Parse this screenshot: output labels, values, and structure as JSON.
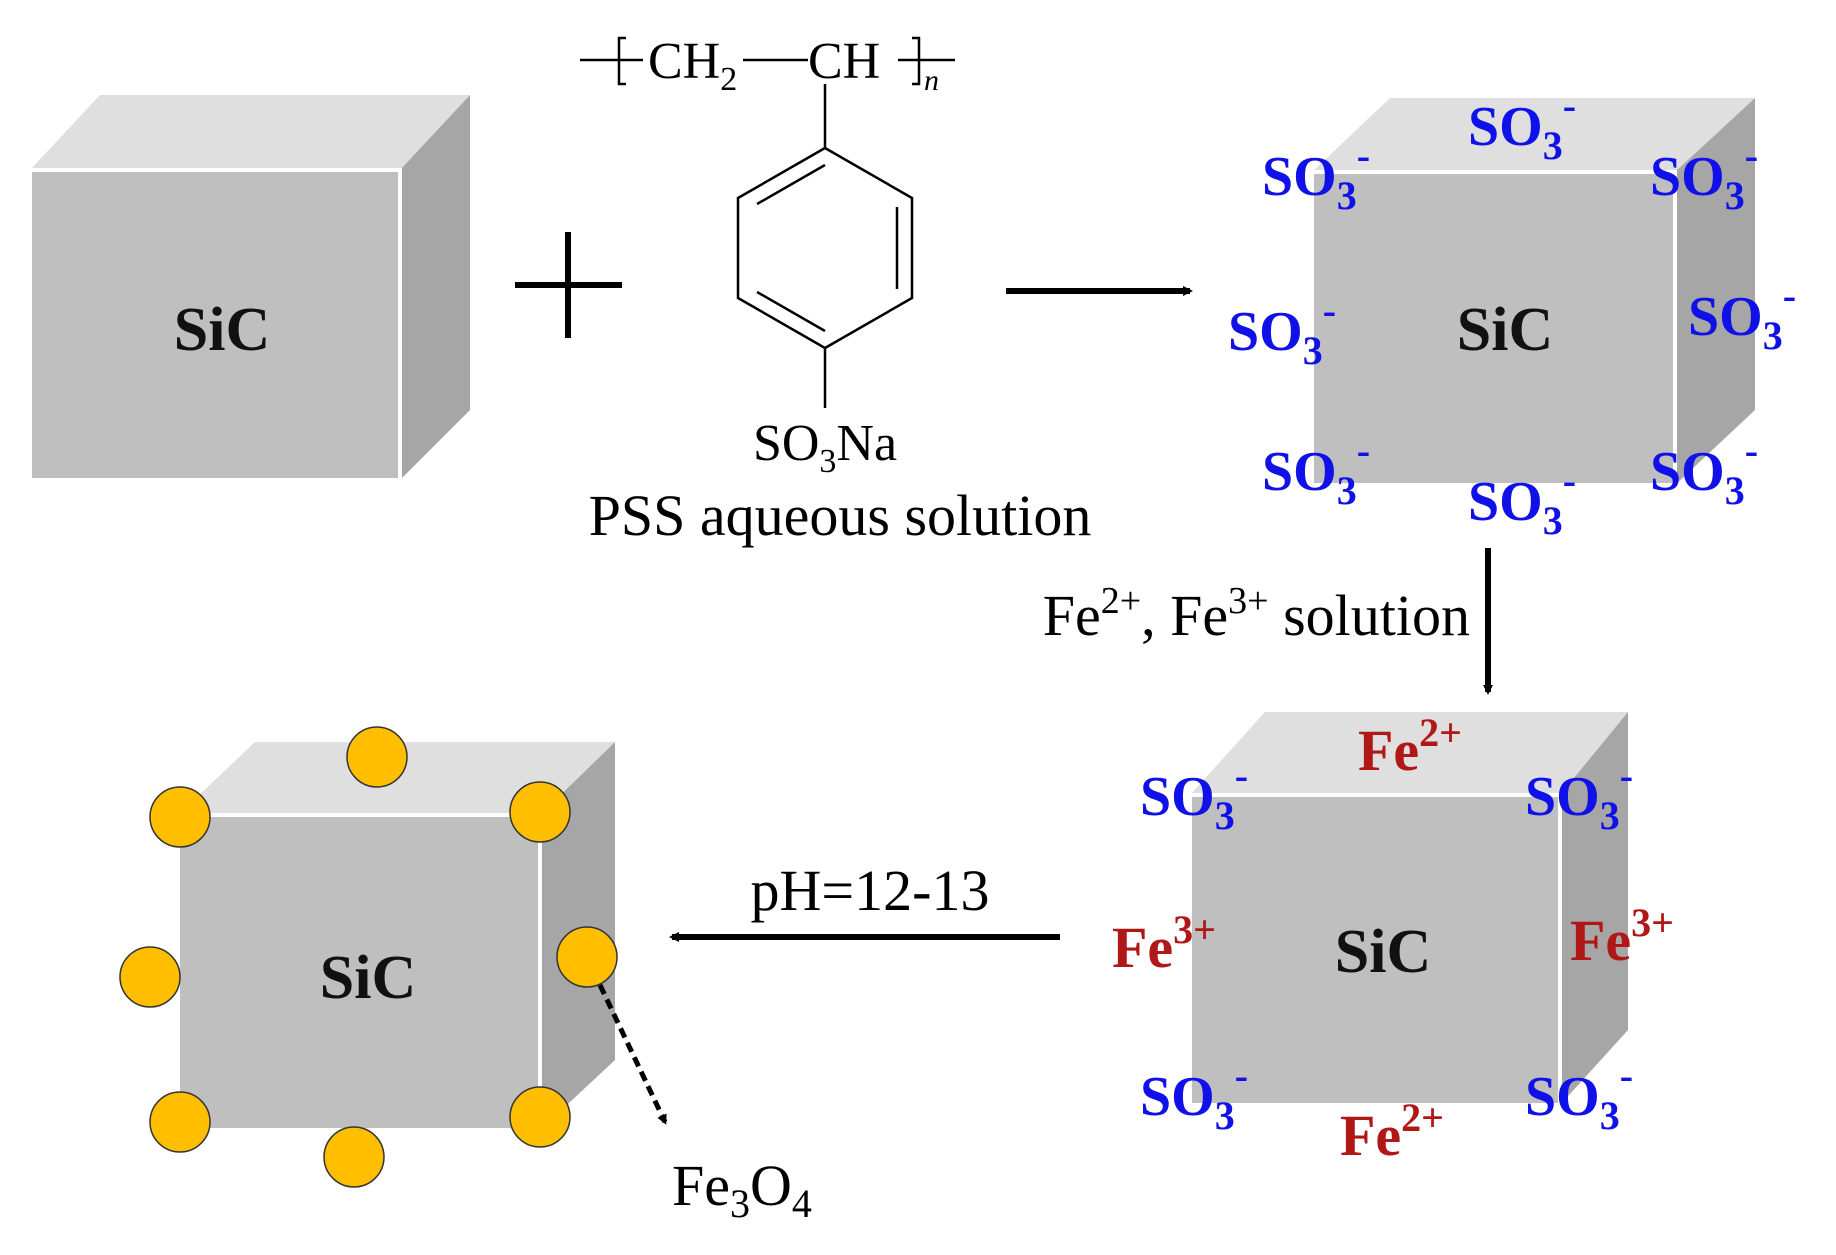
{
  "colors": {
    "cube_front": "#bfbfbf",
    "cube_top": "#dfdfdf",
    "cube_side": "#a6a6a6",
    "sulfonate_blue": "#1010e8",
    "iron_red": "#b01818",
    "particle": "#ffbe00"
  },
  "cube_label": "SiC",
  "plus_sign": "+",
  "polymer": {
    "ch2": "CH",
    "ch2_sub": "2",
    "ch": "CH",
    "repeat": "n",
    "sulfonate_so": "SO",
    "sulfonate_sub": "3",
    "sulfonate_na": "Na",
    "caption": "PSS aqueous solution"
  },
  "sulfonate": {
    "base": "SO",
    "sub": "3",
    "charge": "-"
  },
  "iron_ions": {
    "fe2_base": "Fe",
    "fe2_charge": "2+",
    "fe3_base": "Fe",
    "fe3_charge": "3+"
  },
  "step_iron": {
    "fe": "Fe",
    "fe2_sup": "2+",
    "sep": ", ",
    "fe3_sup": "3+",
    "rest": " solution"
  },
  "step_ph": "pH=12-13",
  "product": {
    "fe": "Fe",
    "sub1": "3",
    "o": "O",
    "sub2": "4"
  }
}
